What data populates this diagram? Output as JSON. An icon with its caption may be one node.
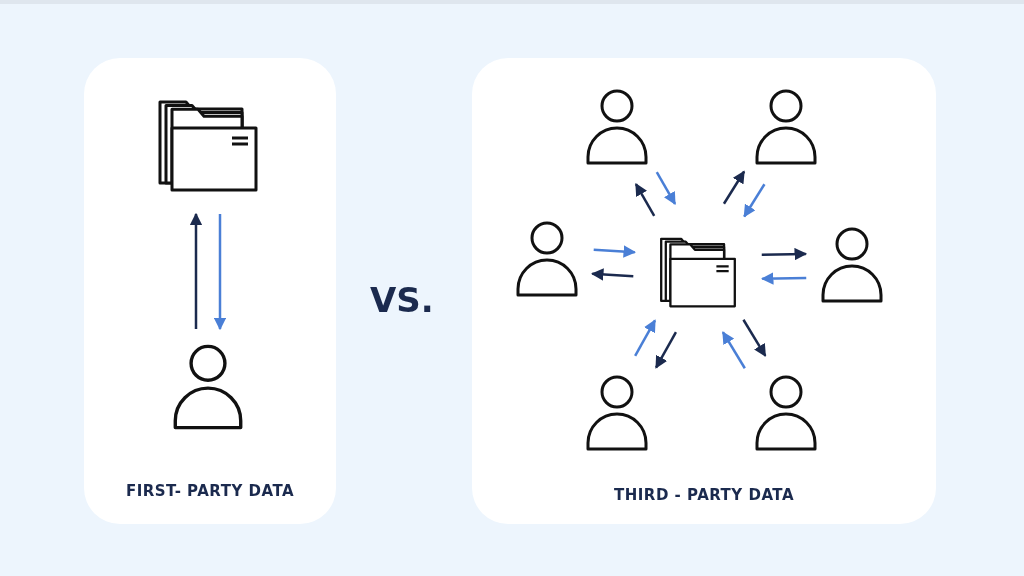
{
  "diagram": {
    "nodes": [
      {
        "text": [
          "FIRST- PARTY DATA"
        ]
      },
      {
        "text": [],
        "shape": "picture",
        "in": 0
      },
      {
        "text": [],
        "shape": "person",
        "in": 0
      },
      {
        "text": [
          "THIRD - PARTY DATA"
        ]
      },
      {
        "text": [],
        "shape": "picture",
        "in": 3
      },
      {
        "text": [],
        "shape": "person",
        "in": 3
      },
      {
        "text": [],
        "shape": "person",
        "in": 3
      },
      {
        "text": [],
        "shape": "person",
        "in": 3
      },
      {
        "text": [],
        "shape": "person",
        "in": 3
      },
      {
        "text": [],
        "shape": "person",
        "in": 3
      },
      {
        "text": [],
        "shape": "person",
        "in": 3
      }
    ],
    "edges": [
      {
        "from": 2,
        "to": 1,
        "arrow": "to",
        "color": "#1b2a4e"
      },
      {
        "from": 1,
        "to": 2,
        "arrow": "to",
        "color": "#4a7fd6"
      },
      {
        "from": 4,
        "to": 5,
        "arrow": "to",
        "color": "#1b2a4e"
      },
      {
        "from": 5,
        "to": 4,
        "arrow": "to",
        "color": "#4a7fd6"
      },
      {
        "from": 4,
        "to": 6,
        "arrow": "to",
        "color": "#1b2a4e"
      },
      {
        "from": 6,
        "to": 4,
        "arrow": "to",
        "color": "#4a7fd6"
      },
      {
        "from": 4,
        "to": 7,
        "arrow": "to",
        "color": "#1b2a4e"
      },
      {
        "from": 7,
        "to": 4,
        "arrow": "to",
        "color": "#4a7fd6"
      },
      {
        "from": 4,
        "to": 8,
        "arrow": "to",
        "color": "#1b2a4e"
      },
      {
        "from": 8,
        "to": 4,
        "arrow": "to",
        "color": "#4a7fd6"
      },
      {
        "from": 4,
        "to": 9,
        "arrow": "to",
        "color": "#1b2a4e"
      },
      {
        "from": 9,
        "to": 4,
        "arrow": "to",
        "color": "#4a7fd6"
      },
      {
        "from": 4,
        "to": 10,
        "arrow": "to",
        "color": "#1b2a4e"
      },
      {
        "from": 10,
        "to": 4,
        "arrow": "to",
        "color": "#4a7fd6"
      }
    ],
    "labels": [
      "VS."
    ]
  }
}
